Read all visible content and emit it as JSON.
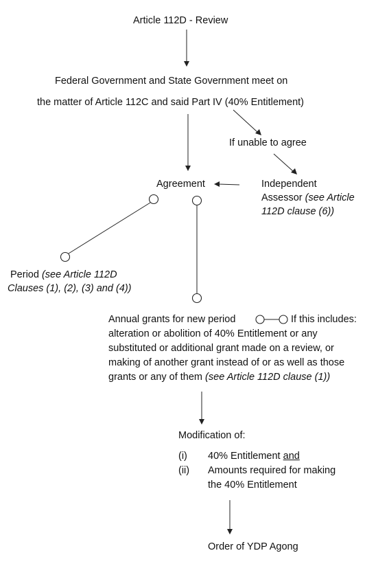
{
  "diagram": {
    "title": "Article 112D - Review",
    "meet_line1": "Federal Government and State Government meet on",
    "meet_line2": "the matter of Article 112C and said Part IV (40% Entitlement)",
    "unable": "If unable to agree",
    "agreement": "Agreement",
    "assessor": {
      "line1": "Independent",
      "line2_plain": "Assessor ",
      "line2_italic": "(see Article",
      "line3_italic": "112D clause (6))"
    },
    "period": {
      "line1_plain": "Period ",
      "line1_italic": "(see Article 112D",
      "line2_italic": "Clauses (1), (2), (3) and (4))"
    },
    "annual": {
      "line1a": "Annual grants for new period",
      "line1b": "If this includes:",
      "line2": "alteration or abolition of 40% Entitlement or any",
      "line3": "substituted or additional grant made on a review, or",
      "line4": "making of another grant instead of or as well as those",
      "line5_plain": "grants or any of them ",
      "line5_italic": "(see Article 112D clause (1))"
    },
    "modification": {
      "heading": "Modification of:",
      "item1_num": "(i)",
      "item1_text": "40% Entitlement ",
      "item1_and": "and",
      "item2_num": "(ii)",
      "item2_text1": "Amounts required for making",
      "item2_text2": "the 40% Entitlement"
    },
    "order": "Order of YDP Agong"
  }
}
